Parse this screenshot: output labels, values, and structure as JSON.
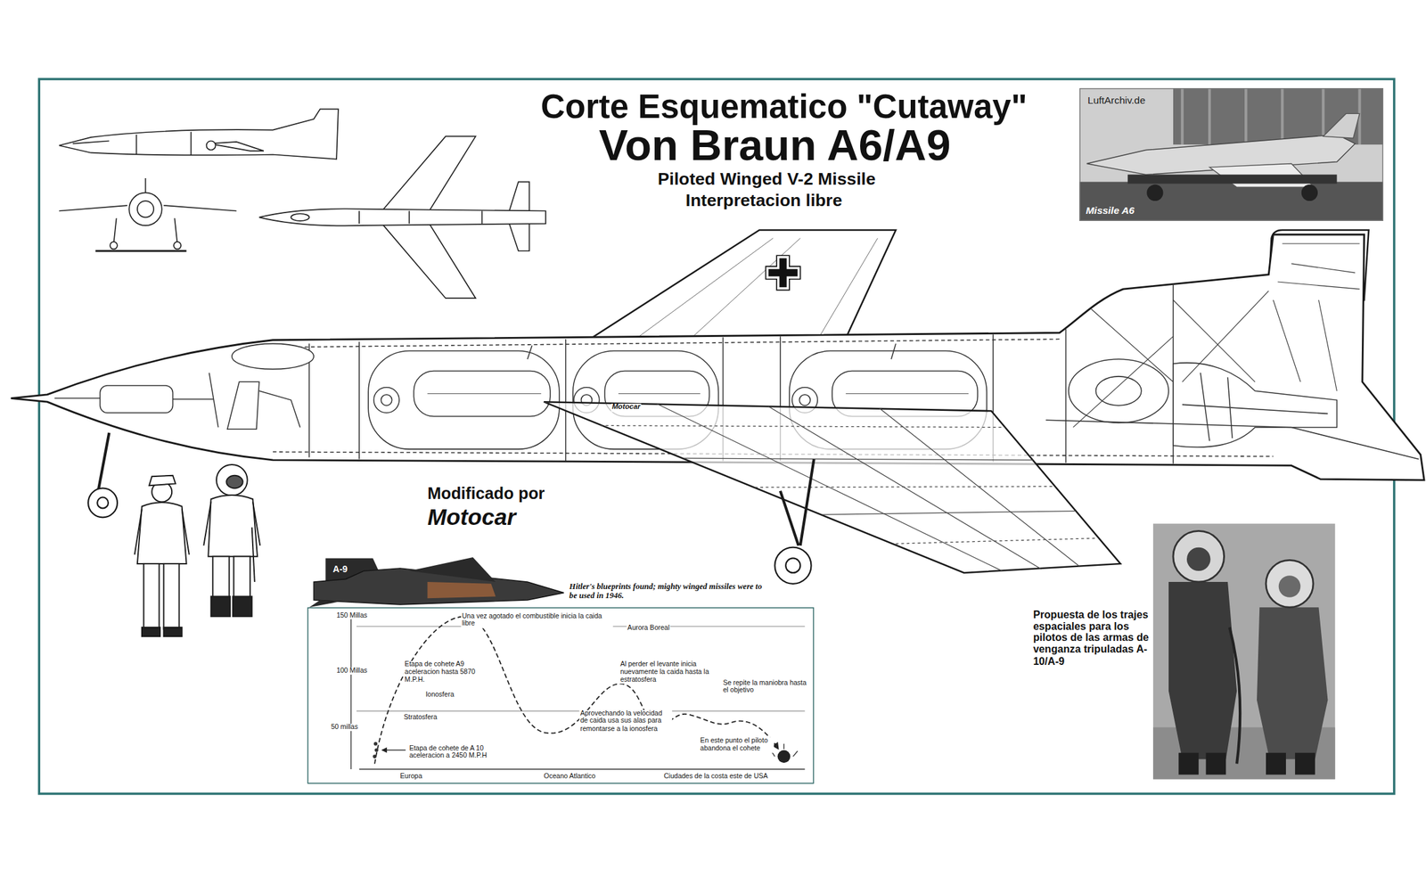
{
  "diagram": {
    "title": "Von Braun A6/A9",
    "nodes": [
      {
        "text": [
          "LuftArchiv.de",
          "Missile A6"
        ]
      },
      {
        "text": [
          "150 Millas",
          "Una vez agotado el combustible inicia la caida libre",
          "Aurora Boreal",
          "Etapa de cohete A9 aceleracion hasta 5870 M.P.H.",
          "100 Millas",
          "Al perder el levante inicia nuevamente la caida hasta la estratosfera",
          "Se repite la maniobra hasta el objetivo",
          "Ionosfera",
          "Stratosfera",
          "50 millas",
          "Aprovechando la velocidad de caida usa sus alas para remontarse a la ionosfera",
          "En este punto el piloto abandona el cohete",
          "Etapa de cohete de A 10 aceleracion a 2450 M.P.H",
          "Europa",
          "Oceano Atlantico",
          "Ciudades de la costa este de USA"
        ]
      }
    ],
    "labels": [
      "Corte Esquematico \"Cutaway\"",
      "Piloted Winged V-2 Missile",
      "Interpretacion libre",
      "Motocar",
      "Modificado por",
      "Motocar",
      "A-9",
      "Hitler's blueprints found; mighty winged missiles were to be used in 1946.",
      "Propuesta de los trajes espaciales para los pilotos de las armas de venganza tripuladas A-10/A-9"
    ]
  }
}
